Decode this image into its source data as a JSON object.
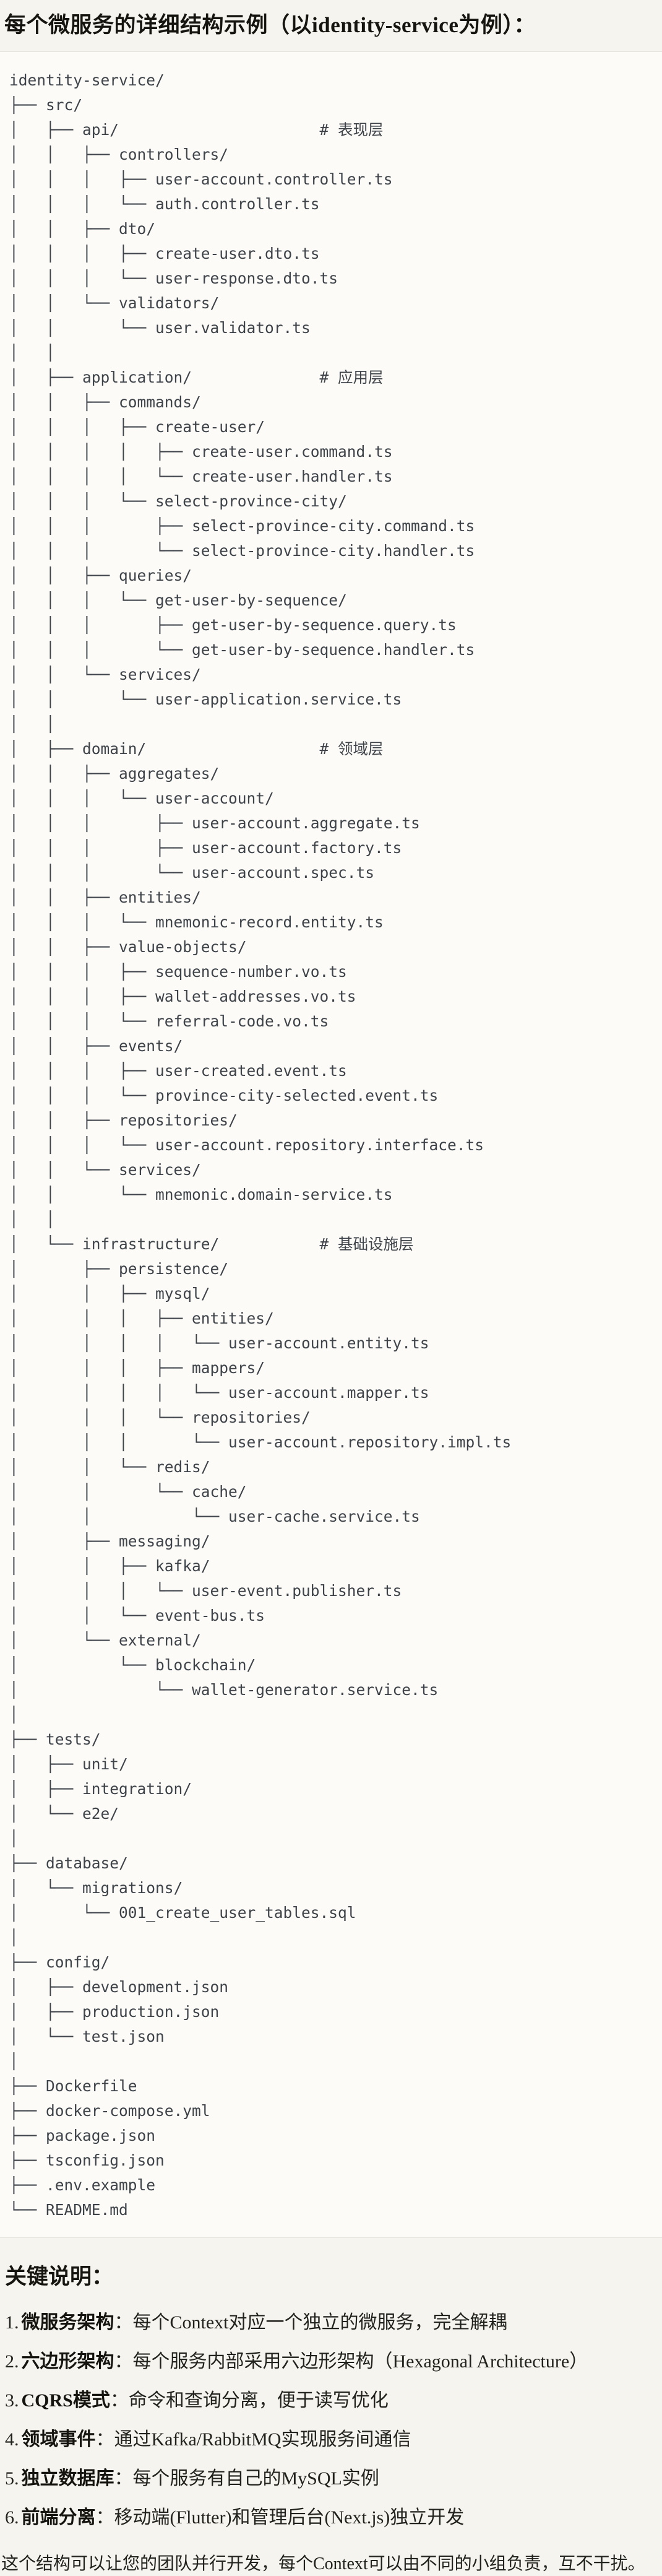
{
  "title": "每个微服务的详细结构示例（以identity-service为例）：",
  "tree": {
    "lines": [
      "identity-service/",
      "├── src/",
      "│   ├── api/                      # 表现层",
      "│   │   ├── controllers/",
      "│   │   │   ├── user-account.controller.ts",
      "│   │   │   └── auth.controller.ts",
      "│   │   ├── dto/",
      "│   │   │   ├── create-user.dto.ts",
      "│   │   │   └── user-response.dto.ts",
      "│   │   └── validators/",
      "│   │       └── user.validator.ts",
      "│   │",
      "│   ├── application/              # 应用层",
      "│   │   ├── commands/",
      "│   │   │   ├── create-user/",
      "│   │   │   │   ├── create-user.command.ts",
      "│   │   │   │   └── create-user.handler.ts",
      "│   │   │   └── select-province-city/",
      "│   │   │       ├── select-province-city.command.ts",
      "│   │   │       └── select-province-city.handler.ts",
      "│   │   ├── queries/",
      "│   │   │   └── get-user-by-sequence/",
      "│   │   │       ├── get-user-by-sequence.query.ts",
      "│   │   │       └── get-user-by-sequence.handler.ts",
      "│   │   └── services/",
      "│   │       └── user-application.service.ts",
      "│   │",
      "│   ├── domain/                   # 领域层",
      "│   │   ├── aggregates/",
      "│   │   │   └── user-account/",
      "│   │   │       ├── user-account.aggregate.ts",
      "│   │   │       ├── user-account.factory.ts",
      "│   │   │       └── user-account.spec.ts",
      "│   │   ├── entities/",
      "│   │   │   └── mnemonic-record.entity.ts",
      "│   │   ├── value-objects/",
      "│   │   │   ├── sequence-number.vo.ts",
      "│   │   │   ├── wallet-addresses.vo.ts",
      "│   │   │   └── referral-code.vo.ts",
      "│   │   ├── events/",
      "│   │   │   ├── user-created.event.ts",
      "│   │   │   └── province-city-selected.event.ts",
      "│   │   ├── repositories/",
      "│   │   │   └── user-account.repository.interface.ts",
      "│   │   └── services/",
      "│   │       └── mnemonic.domain-service.ts",
      "│   │",
      "│   └── infrastructure/           # 基础设施层",
      "│       ├── persistence/",
      "│       │   ├── mysql/",
      "│       │   │   ├── entities/",
      "│       │   │   │   └── user-account.entity.ts",
      "│       │   │   ├── mappers/",
      "│       │   │   │   └── user-account.mapper.ts",
      "│       │   │   └── repositories/",
      "│       │   │       └── user-account.repository.impl.ts",
      "│       │   └── redis/",
      "│       │       └── cache/",
      "│       │           └── user-cache.service.ts",
      "│       ├── messaging/",
      "│       │   ├── kafka/",
      "│       │   │   └── user-event.publisher.ts",
      "│       │   └── event-bus.ts",
      "│       └── external/",
      "│           └── blockchain/",
      "│               └── wallet-generator.service.ts",
      "│",
      "├── tests/",
      "│   ├── unit/",
      "│   ├── integration/",
      "│   └── e2e/",
      "│",
      "├── database/",
      "│   └── migrations/",
      "│       └── 001_create_user_tables.sql",
      "│",
      "├── config/",
      "│   ├── development.json",
      "│   ├── production.json",
      "│   └── test.json",
      "│",
      "├── Dockerfile",
      "├── docker-compose.yml",
      "├── package.json",
      "├── tsconfig.json",
      "├── .env.example",
      "└── README.md"
    ]
  },
  "notes": {
    "heading": "关键说明：",
    "items": [
      {
        "num": "1.",
        "label": "微服务架构",
        "text": "：每个Context对应一个独立的微服务，完全解耦"
      },
      {
        "num": "2.",
        "label": "六边形架构",
        "text": "：每个服务内部采用六边形架构（Hexagonal Architecture）"
      },
      {
        "num": "3.",
        "label": "CQRS模式",
        "text": "：命令和查询分离，便于读写优化"
      },
      {
        "num": "4.",
        "label": "领域事件",
        "text": "：通过Kafka/RabbitMQ实现服务间通信"
      },
      {
        "num": "5.",
        "label": "独立数据库",
        "text": "：每个服务有自己的MySQL实例"
      },
      {
        "num": "6.",
        "label": "前端分离",
        "text": "：移动端(Flutter)和管理后台(Next.js)独立开发"
      }
    ],
    "footer": "这个结构可以让您的团队并行开发，每个Context可以由不同的小组负责，互不干扰。"
  }
}
